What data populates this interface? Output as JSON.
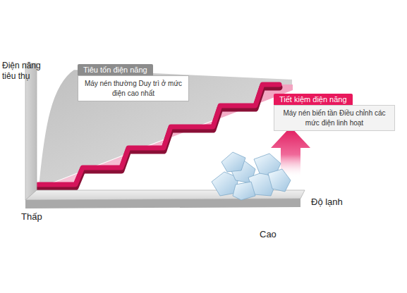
{
  "diagram": {
    "nodes": [
      {
        "text": [
          "Tiêu tốn điện năng",
          "Máy nén thường Duy trì ở mức điện cao nhất"
        ]
      },
      {
        "text": [
          "Tiết kiệm điện năng",
          "Máy nén biến tần Điều chỉnh các mức điện linh hoạt"
        ]
      }
    ],
    "labels": [
      "Điện năng tiêu thụ",
      "Thấp",
      "Cao",
      "Độ lạnh"
    ]
  }
}
